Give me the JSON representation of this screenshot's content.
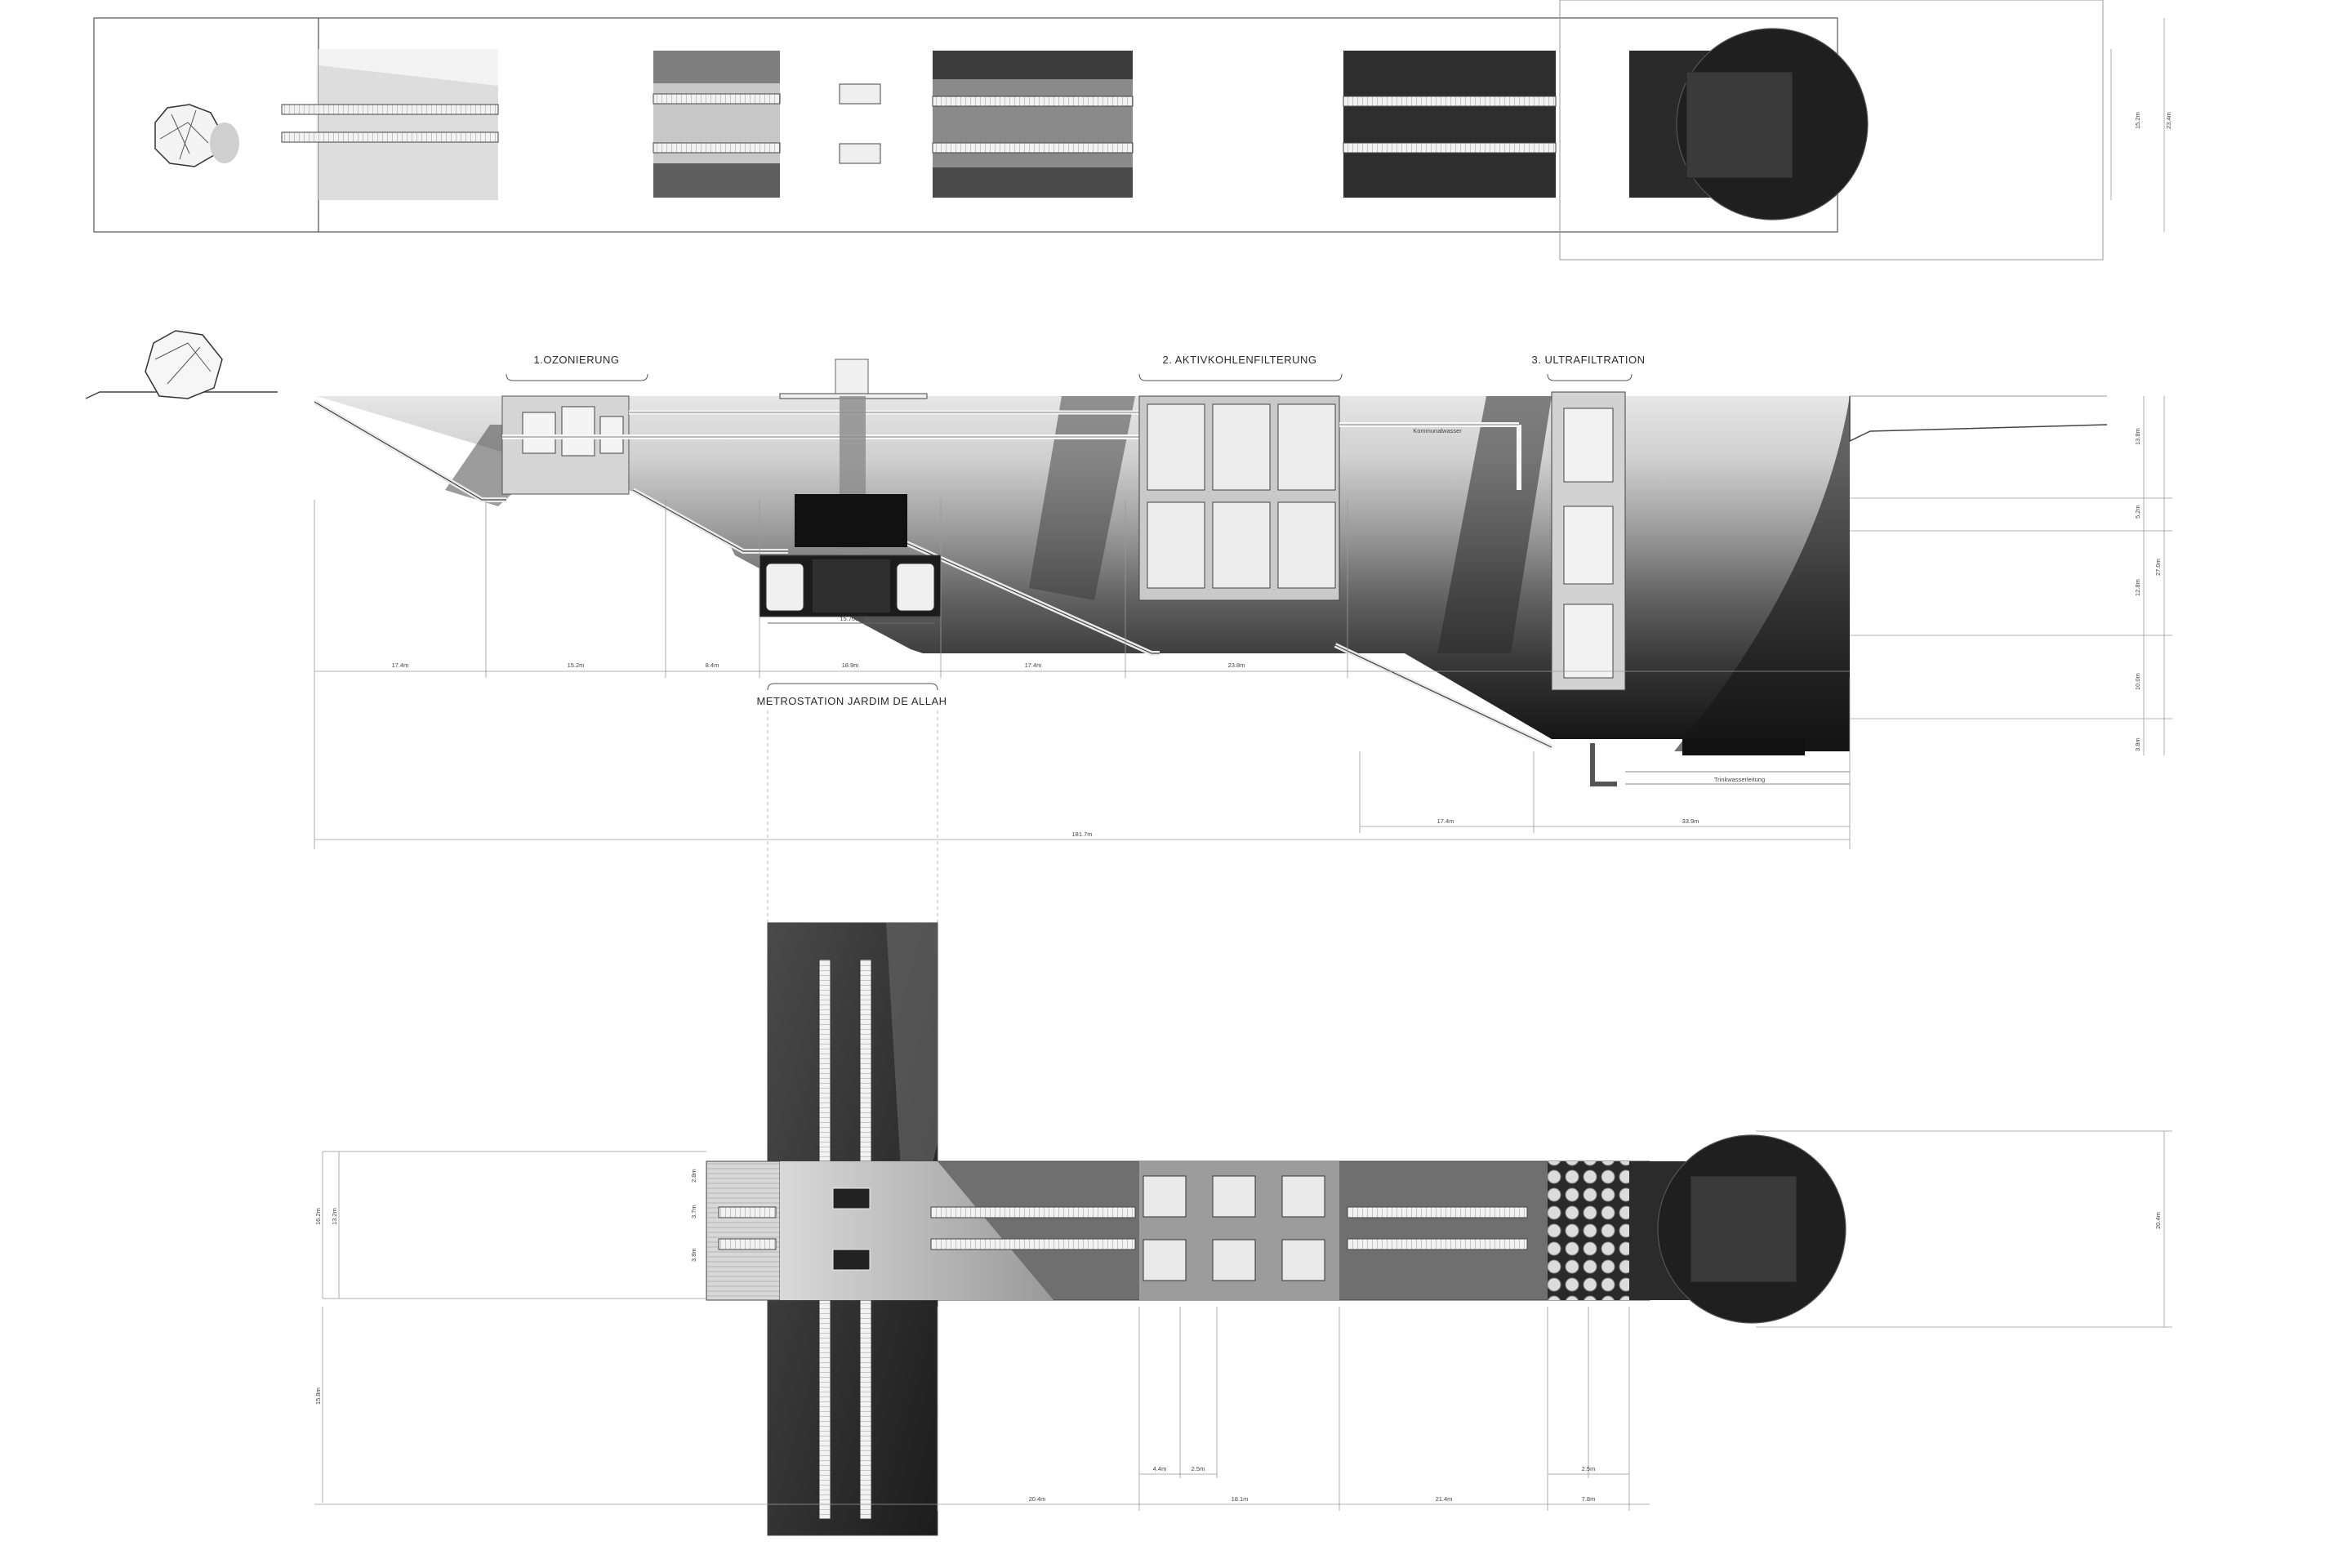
{
  "section_labels": {
    "ozonierung": "1.OZONIERUNG",
    "aktivkohle": "2. AKTIVKOHLENFILTERUNG",
    "ultrafiltration": "3. ULTRAFILTRATION",
    "metro": "METROSTATION JARDIM DE ALLAH"
  },
  "section_dims": {
    "d1": "17.4m",
    "d2": "15.2m",
    "d3": "8.4m",
    "d4": "18.9m",
    "d5": "17.4m",
    "d6": "23.8m",
    "metro_inner": "15.700m",
    "total": "181.7m",
    "lower_a": "17.4m",
    "lower_b": "33.9m",
    "v1": "13.8m",
    "v2": "5.2m",
    "v3": "27.0m",
    "v4": "12.8m",
    "v5": "10.0m",
    "v6": "3.8m",
    "pipe_note_1": "Kommunalwasser",
    "pipe_note_2": "Trinkwasserleitung"
  },
  "top_plan_dims": {
    "h_inner": "15.2m",
    "h_outer": "23.4m"
  },
  "bottom_plan_dims": {
    "h_left_outer": "16.2m",
    "h_left_inner": "13.2m",
    "stair_a": "2.8m",
    "stair_b": "3.7m",
    "stair_c": "3.8m",
    "arm_down": "15.8m",
    "d_a": "20.4m",
    "d_b": "18.1m",
    "d_c": "21.4m",
    "d_d": "7.8m",
    "small_a": "4.4m",
    "small_b": "2.5m",
    "small_c": "2.5m",
    "h_right": "20.4m"
  },
  "colors": {
    "concrete_light": "#e3e3e3",
    "concrete_dark": "#1c1c1c",
    "line": "#555555"
  }
}
